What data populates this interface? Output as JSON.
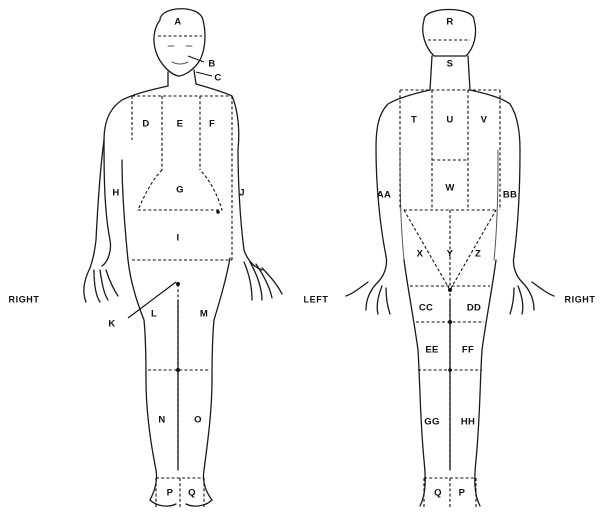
{
  "side_labels": {
    "front_right": "RIGHT",
    "back_left": "LEFT",
    "back_right": "RIGHT"
  },
  "front_regions": [
    "A",
    "B",
    "C",
    "D",
    "E",
    "F",
    "G",
    "H",
    "I",
    "J",
    "K",
    "L",
    "M",
    "N",
    "O",
    "P",
    "Q"
  ],
  "back_regions": [
    "R",
    "S",
    "T",
    "U",
    "V",
    "W",
    "AA",
    "BB",
    "X",
    "Y",
    "Z",
    "CC",
    "DD",
    "EE",
    "FF",
    "GG",
    "HH",
    "Q",
    "P"
  ]
}
